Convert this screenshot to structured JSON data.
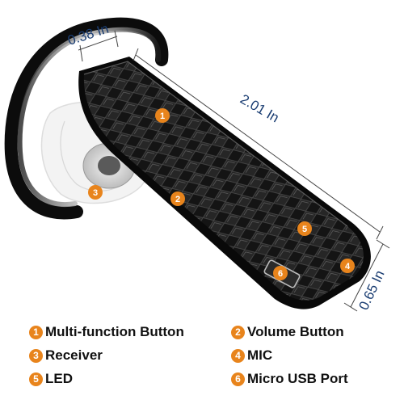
{
  "dimensions": {
    "width_label": "0.38 In",
    "length_label": "2.01 In",
    "height_label": "0.65 In"
  },
  "callouts": [
    "1",
    "2",
    "3",
    "4",
    "5",
    "6"
  ],
  "legend": [
    {
      "num": "1",
      "label": "Multi-function Button"
    },
    {
      "num": "2",
      "label": "Volume Button"
    },
    {
      "num": "3",
      "label": "Receiver"
    },
    {
      "num": "4",
      "label": "MIC"
    },
    {
      "num": "5",
      "label": "LED"
    },
    {
      "num": "6",
      "label": "Micro USB Port"
    }
  ],
  "colors": {
    "accent": "#e8841c",
    "dimension_text": "#1a3d72",
    "body": "#111111",
    "hook": "#0c0c0c"
  }
}
